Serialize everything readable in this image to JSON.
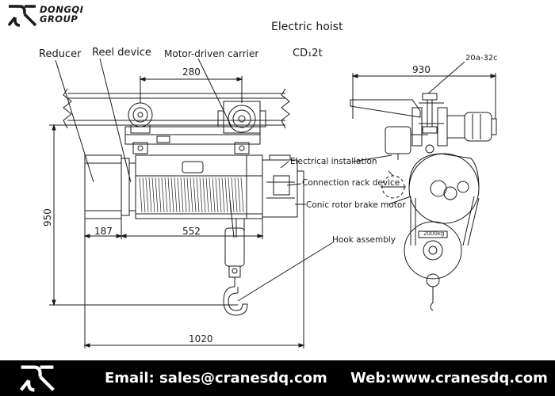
{
  "header": {
    "brand_line1": "DONGQI",
    "brand_line2": "GROUP",
    "title": "Electric hoist",
    "model": "CD₁2t"
  },
  "labels": {
    "reducer": "Reducer",
    "reel_device": "Reel device",
    "motor_carrier": "Motor-driven carrier",
    "electrical": "Electrical installation",
    "connection_rack": "Connection rack device",
    "conic_motor": "Conic rotor brake motor",
    "hook_assembly": "Hook assembly",
    "rail_spec": "20a-32c",
    "nameplate": "2000kg"
  },
  "dimensions": {
    "d280": "280",
    "d930": "930",
    "d950": "950",
    "d187": "187",
    "d552": "552",
    "d1020": "1020"
  },
  "footer": {
    "email": "Email: sales@cranesdq.com",
    "web": "Web:www.cranesdq.com"
  },
  "colors": {
    "footer_bg": "#000000",
    "footer_text": "#ffffff",
    "drawing_line": "#1a1a1a"
  }
}
